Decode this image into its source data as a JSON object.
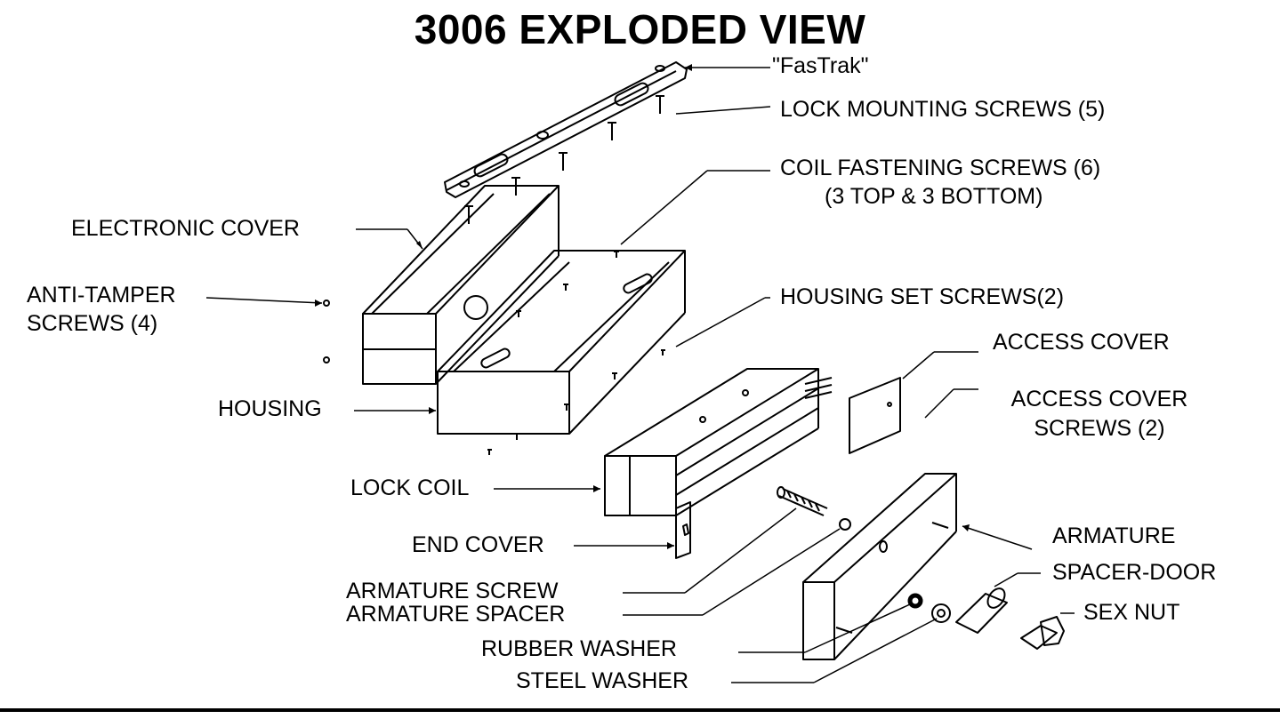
{
  "title": "3006 EXPLODED VIEW",
  "labels": {
    "fastrak": "\"FasTrak\"",
    "lock_mounting_screws": "LOCK MOUNTING SCREWS (5)",
    "coil_fastening_screws_1": "COIL FASTENING SCREWS (6)",
    "coil_fastening_screws_2": "(3 TOP &  3 BOTTOM)",
    "electronic_cover": "ELECTRONIC COVER",
    "anti_tamper_1": "ANTI-TAMPER",
    "anti_tamper_2": "SCREWS (4)",
    "housing_set_screws": "HOUSING SET SCREWS(2)",
    "access_cover": "ACCESS COVER",
    "access_cover_screws_1": "ACCESS COVER",
    "access_cover_screws_2": "SCREWS (2)",
    "housing": "HOUSING",
    "lock_coil": "LOCK COIL",
    "end_cover": "END COVER",
    "armature": "ARMATURE",
    "spacer_door": "SPACER-DOOR",
    "sex_nut": "SEX NUT",
    "armature_screw": "ARMATURE SCREW",
    "armature_spacer": "ARMATURE SPACER",
    "rubber_washer": "RUBBER WASHER",
    "steel_washer": "STEEL WASHER"
  }
}
